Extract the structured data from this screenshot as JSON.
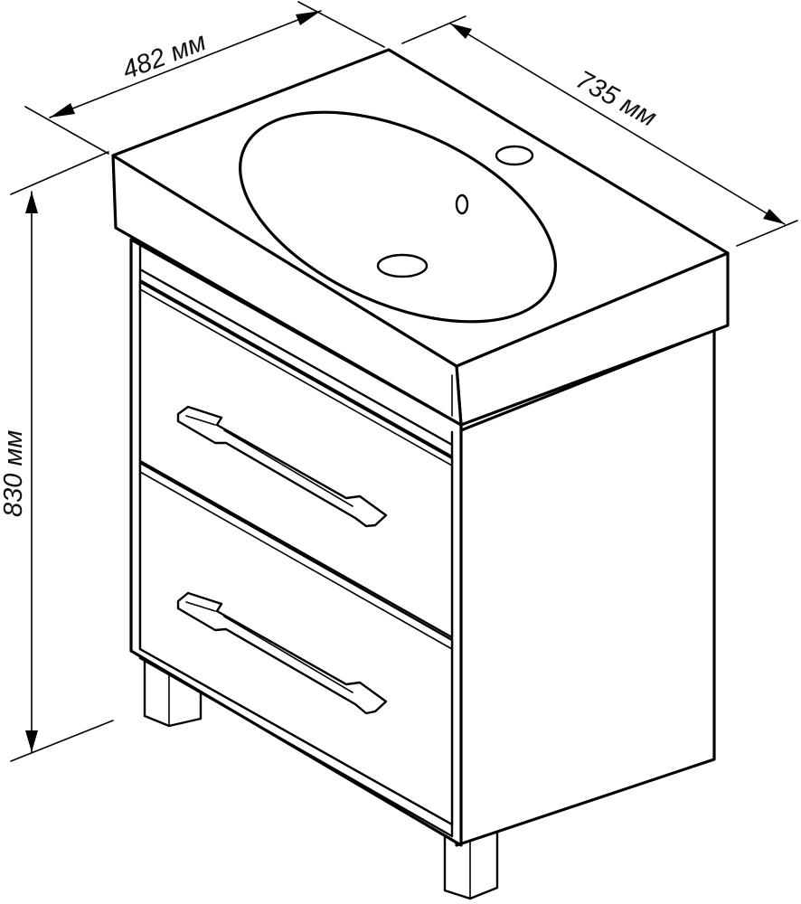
{
  "dimensions": {
    "width": "482 мм",
    "depth": "735 мм",
    "height": "830 мм"
  },
  "colors": {
    "line": "#000000",
    "background": "#ffffff"
  }
}
